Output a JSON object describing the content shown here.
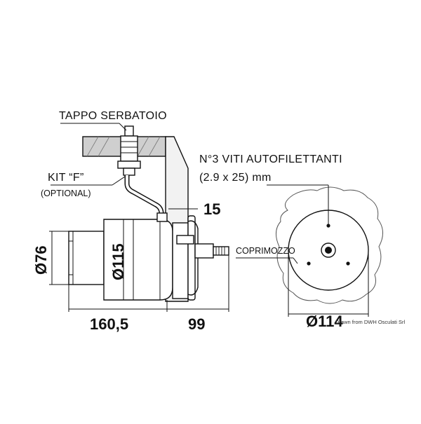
{
  "labels": {
    "reservoir_cap": "TAPPO SERBATOIO",
    "kit": "KIT “F”",
    "optional": "(OPTIONAL)",
    "screws_line1": "N°3 VITI AUTOFILETTANTI",
    "screws_line2": "(2.9 x 25) mm",
    "hub_cover": "COPRIMOZZO"
  },
  "dimensions": {
    "panel_gap": "15",
    "small_diameter": "Ø76",
    "body_diameter": "Ø115",
    "body_length": "160,5",
    "shaft_length": "99",
    "front_diameter": "Ø114"
  },
  "credit": "Drawn from DWH Osculati Srl"
}
